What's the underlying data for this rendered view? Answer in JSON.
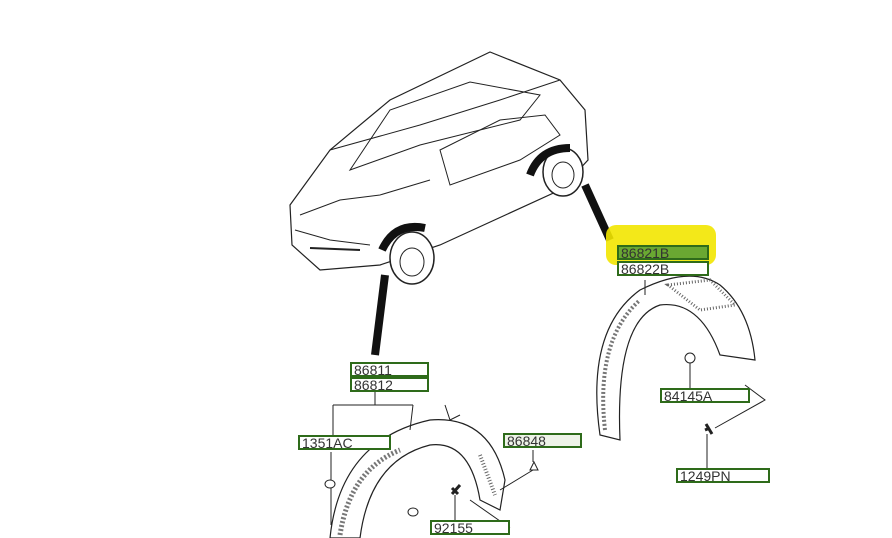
{
  "diagram": {
    "highlight_color": "#f2e600",
    "label_border_color": "#2e6b1a",
    "rear_liner_labels": {
      "part_a": "86821B",
      "part_b": "86822B",
      "nut": "84145A",
      "screw": "1249PN"
    },
    "front_liner_labels": {
      "part_a": "86811",
      "part_b": "86812",
      "clip": "1351AC",
      "fastener": "86848",
      "bolt": "92155"
    },
    "highlighted_part": "86821B"
  }
}
